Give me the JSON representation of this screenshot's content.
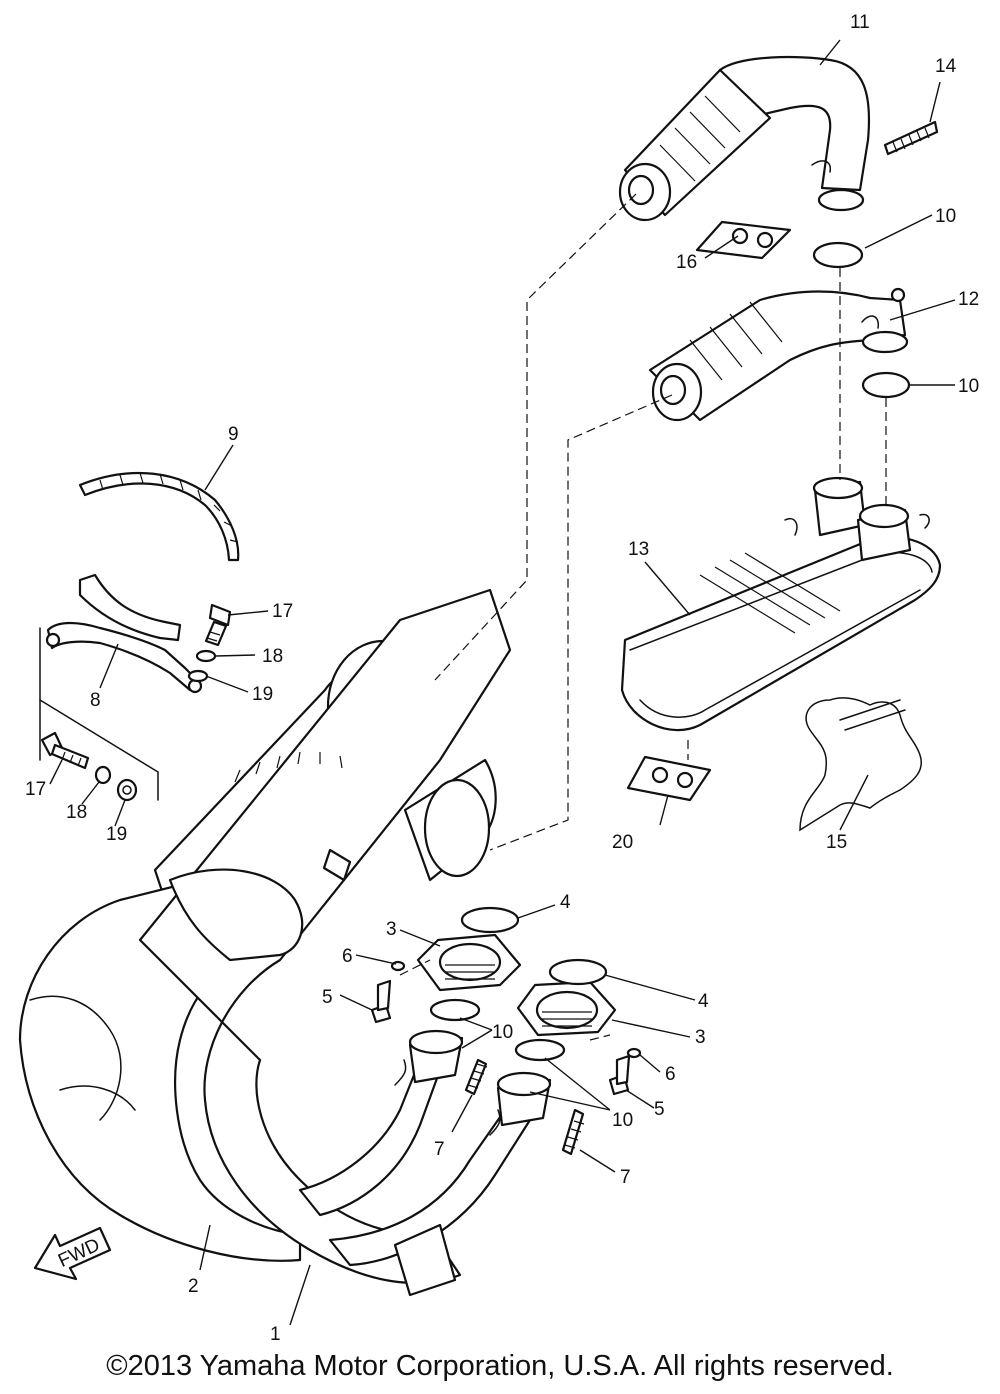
{
  "callouts": {
    "c1": "1",
    "c2": "2",
    "c3a": "3",
    "c3b": "3",
    "c4a": "4",
    "c4b": "4",
    "c5a": "5",
    "c5b": "5",
    "c6a": "6",
    "c6b": "6",
    "c7a": "7",
    "c7b": "7",
    "c8": "8",
    "c9": "9",
    "c10a": "10",
    "c10b": "10",
    "c10c": "10",
    "c10d": "10",
    "c11": "11",
    "c12": "12",
    "c13": "13",
    "c14": "14",
    "c15": "15",
    "c16": "16",
    "c17a": "17",
    "c17b": "17",
    "c18a": "18",
    "c18b": "18",
    "c19a": "19",
    "c19b": "19",
    "c20": "20"
  },
  "fwd_label": "FWD",
  "copyright": "©2013 Yamaha Motor Corporation, U.S.A. All rights reserved."
}
